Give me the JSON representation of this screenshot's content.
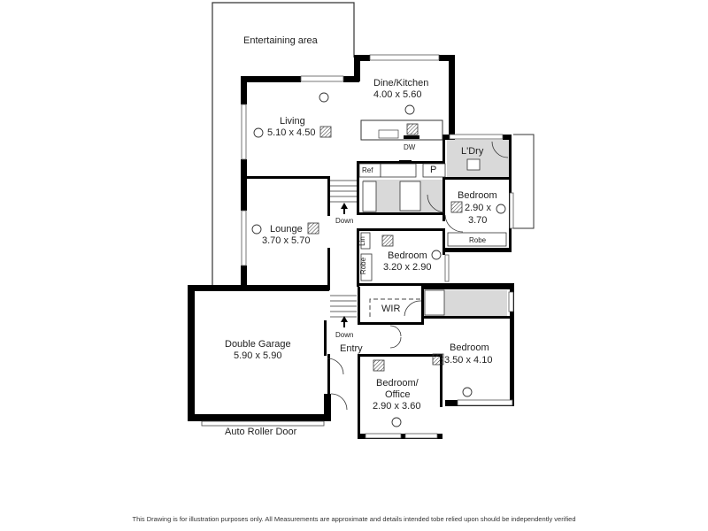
{
  "rooms": {
    "entertaining": {
      "name": "Entertaining area"
    },
    "dine_kitchen": {
      "name": "Dine/Kitchen",
      "size": "4.00 x 5.60"
    },
    "living": {
      "name": "Living",
      "size": "5.10 x 4.50"
    },
    "laundry": {
      "name": "L'Dry"
    },
    "bedroom_2": {
      "name": "Bedroom",
      "size_a": "2.90 x",
      "size_b": "3.70"
    },
    "lounge": {
      "name": "Lounge",
      "size": "3.70 x 5.70"
    },
    "bedroom_3": {
      "name": "Bedroom",
      "size": "3.20 x 2.90"
    },
    "wir": {
      "name": "WIR"
    },
    "double_garage": {
      "name": "Double Garage",
      "size": "5.90 x 5.90"
    },
    "entry": {
      "name": "Entry"
    },
    "master_bedroom": {
      "name": "Bedroom",
      "size": "3.50 x 4.10"
    },
    "bedroom_office": {
      "name_a": "Bedroom/",
      "name_b": "Office",
      "size": "2.90 x 3.60"
    }
  },
  "fixtures": {
    "dishwasher": "DW",
    "fridge": "Ref",
    "pantry": "P",
    "robe_bedroom2": "Robe",
    "robe_bedroom3": "Robe",
    "linen": "Lin"
  },
  "annotations": {
    "stairs_upper": "Down",
    "stairs_lower": "Down",
    "garage_door": "Auto Roller Door"
  },
  "disclaimer": "This Drawing is for illustration purposes only. All Measurements are approximate and details intended tobe relied upon should be independently verified",
  "colors": {
    "wall": "#000000",
    "wet_area": "#d9d9d9",
    "outline": "#333333"
  }
}
